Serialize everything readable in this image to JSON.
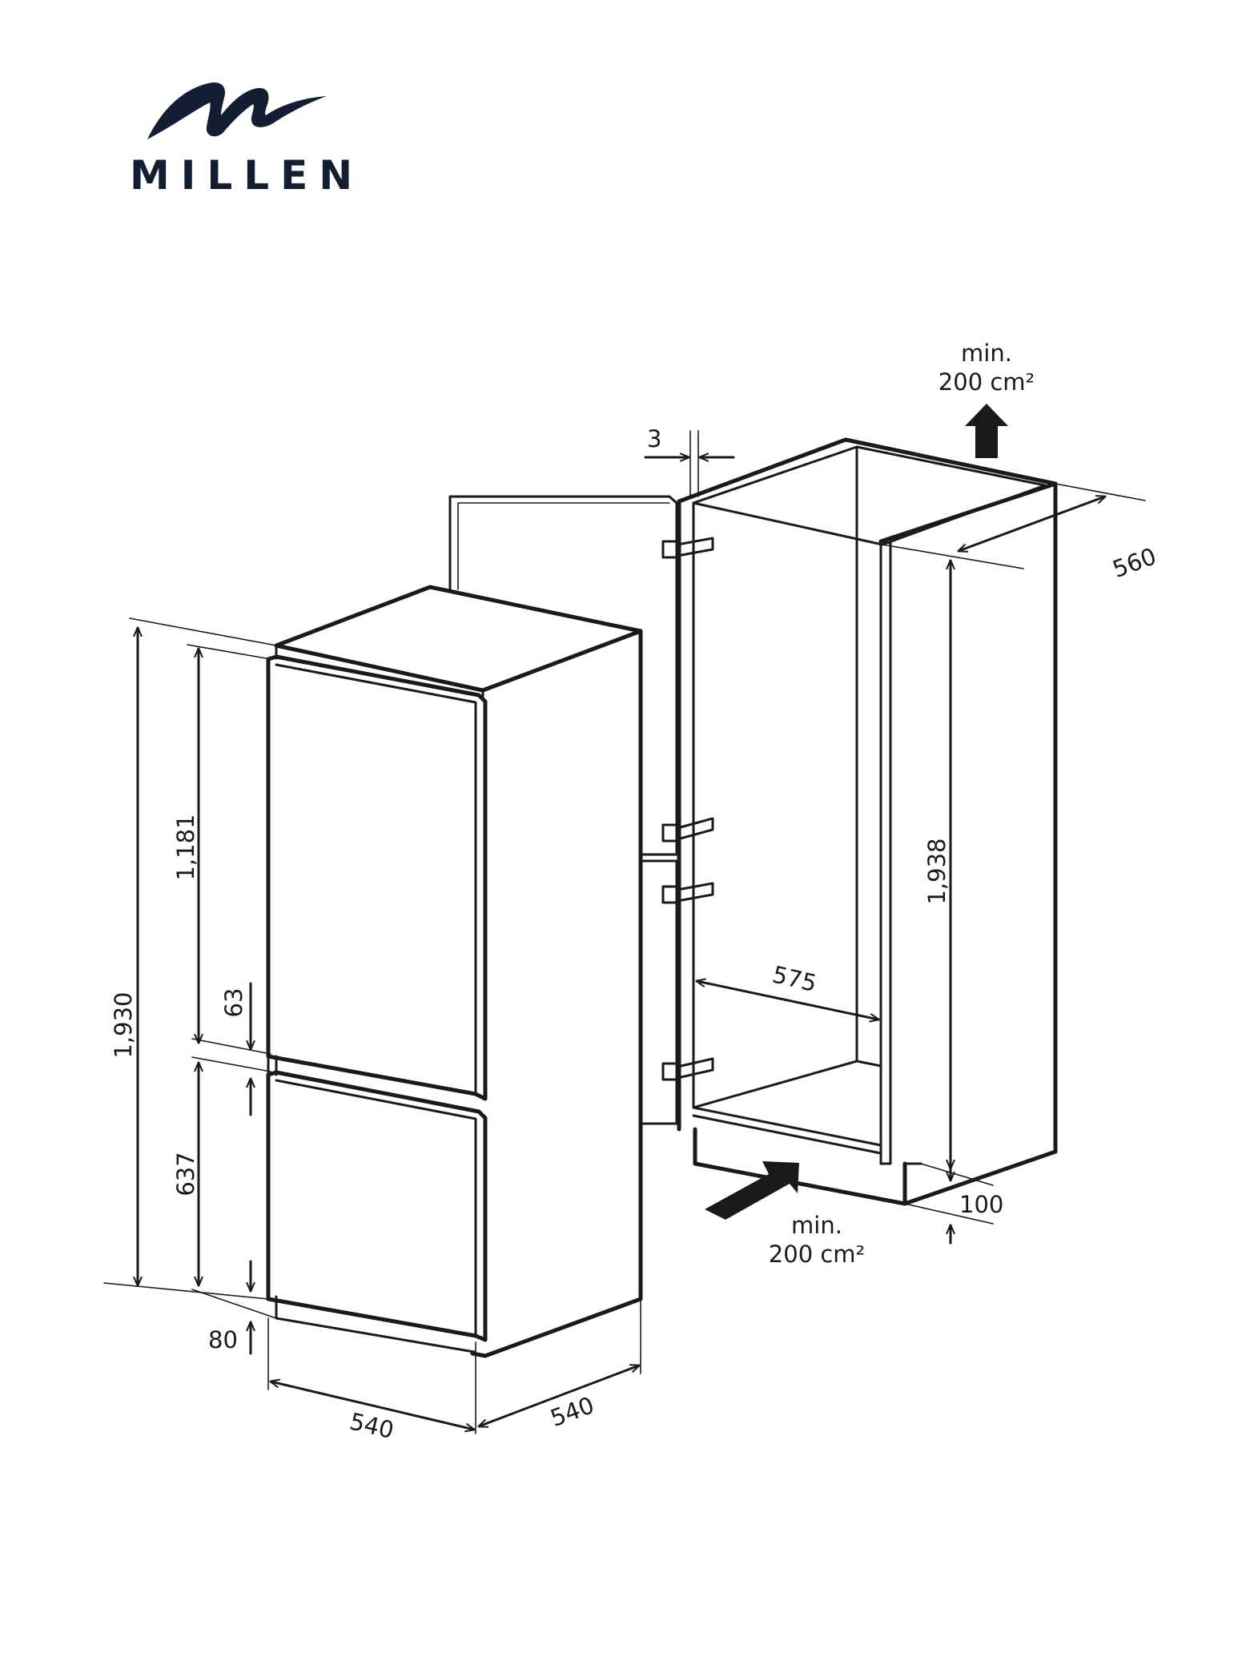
{
  "brand": {
    "name": "MILLEN",
    "color": "#131e33",
    "logo_icon": "wave-m-logo-icon"
  },
  "line_color": "#1a1a1a",
  "appliance": {
    "height_total": "1,930",
    "height_upper_door": "1,181",
    "gap_between_doors": "63",
    "height_lower_door": "637",
    "plinth_height": "80",
    "width": "540",
    "depth": "540"
  },
  "niche": {
    "door_gap": "3",
    "height": "1,938",
    "depth": "560",
    "width": "575",
    "plinth_height": "100",
    "vent_top": {
      "line1": "min.",
      "line2": "200 cm²"
    },
    "vent_bottom": {
      "line1": "min.",
      "line2": "200 cm²"
    }
  }
}
